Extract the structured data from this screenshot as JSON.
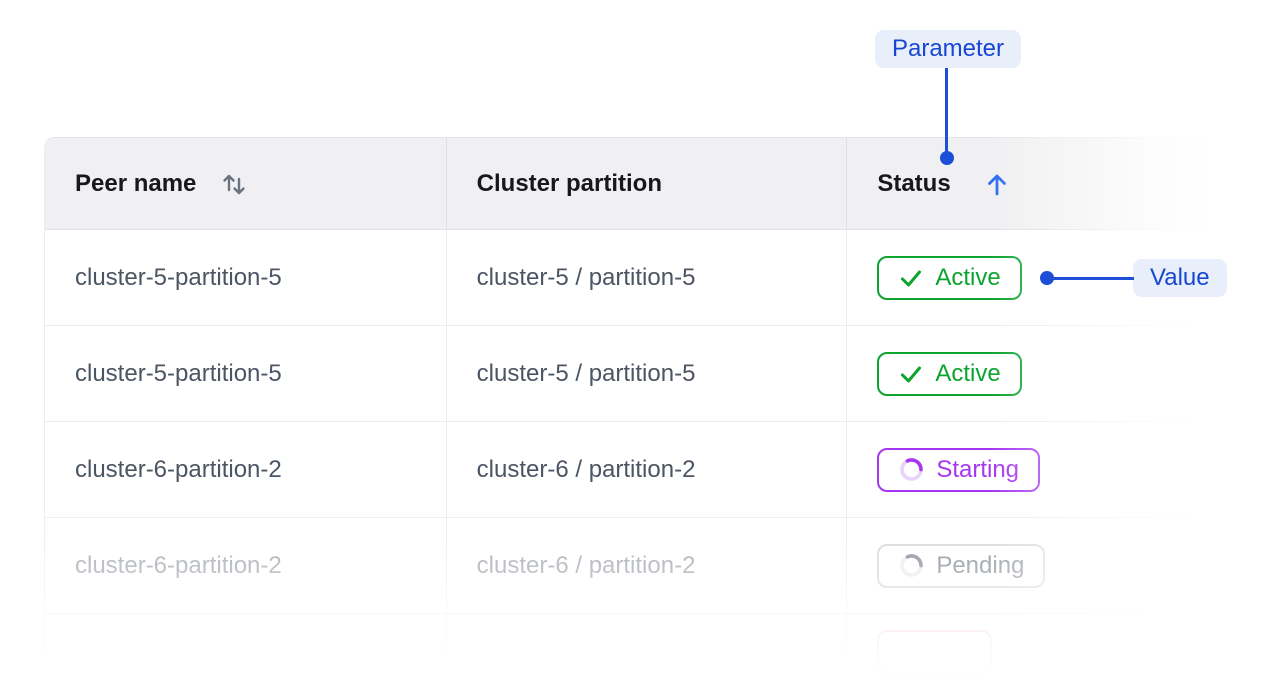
{
  "theme": {
    "accent": "#1d4ed8",
    "accent_text": "#1746d0",
    "accent_bg": "#e9eefb",
    "sort_arrow": "#2e6cf0",
    "header_bg": "#f0f0f2"
  },
  "annotations": {
    "parameter_label": "Parameter",
    "value_label": "Value"
  },
  "icons": {
    "peer_sort": "sort-up-down-icon",
    "status_sort": "arrow-up-icon",
    "active": "check-icon",
    "starting": "spinner-icon",
    "pending": "spinner-icon"
  },
  "table": {
    "columns": [
      {
        "label": "Peer name",
        "sort": "sortable"
      },
      {
        "label": "Cluster partition",
        "sort": "none"
      },
      {
        "label": "Status",
        "sort": "ascending"
      }
    ],
    "rows": [
      {
        "peer_name": "cluster-5-partition-5",
        "cluster_partition": "cluster-5 / partition-5",
        "status": {
          "label": "Active",
          "type": "active"
        }
      },
      {
        "peer_name": "cluster-5-partition-5",
        "cluster_partition": "cluster-5 / partition-5",
        "status": {
          "label": "Active",
          "type": "active"
        }
      },
      {
        "peer_name": "cluster-6-partition-2",
        "cluster_partition": "cluster-6 / partition-2",
        "status": {
          "label": "Starting",
          "type": "starting"
        }
      },
      {
        "peer_name": "cluster-6-partition-2",
        "cluster_partition": "cluster-6 / partition-2",
        "status": {
          "label": "Pending",
          "type": "pending"
        }
      },
      {
        "peer_name": "",
        "cluster_partition": "",
        "status": {
          "label": "",
          "type": "error"
        }
      }
    ]
  },
  "status_styles": {
    "active": {
      "border": "#0da32f",
      "text": "#0da32f"
    },
    "starting": {
      "border": "#a636f2",
      "text": "#a636f2",
      "ring": "#e7d2fc",
      "arc": "#a636f2"
    },
    "pending": {
      "border": "#d2d4d9",
      "text": "#7e8590",
      "ring": "#e9eaed",
      "arc": "#7c828c"
    },
    "error": {
      "border": "#f3c6cd",
      "text": "#e8a3ad"
    }
  }
}
